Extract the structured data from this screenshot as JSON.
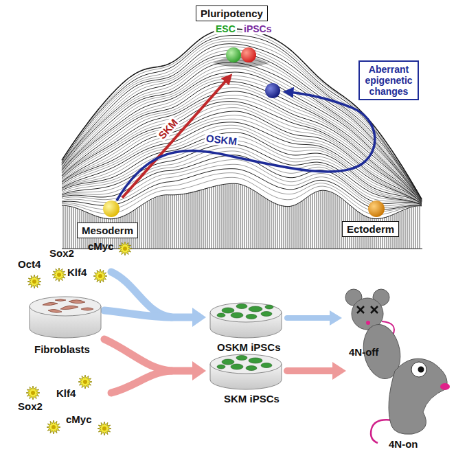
{
  "diagram": {
    "nodes": [
      {
        "text": [
          "Pluripotency"
        ]
      },
      {
        "text": [
          "Aberrant epigenetic changes"
        ]
      },
      {
        "text": [
          "Mesoderm"
        ]
      },
      {
        "text": [
          "Ectoderm"
        ]
      }
    ],
    "labels": [
      "ESC",
      "iPSCs",
      "SKM",
      "OSKM",
      "Oct4",
      "Sox2",
      "Klf4",
      "cMyc",
      "Fibroblasts",
      "OSKM iPSCs",
      "4N-off",
      "Sox2",
      "Klf4",
      "cMyc",
      "SKM iPSCs",
      "4N-on"
    ]
  }
}
